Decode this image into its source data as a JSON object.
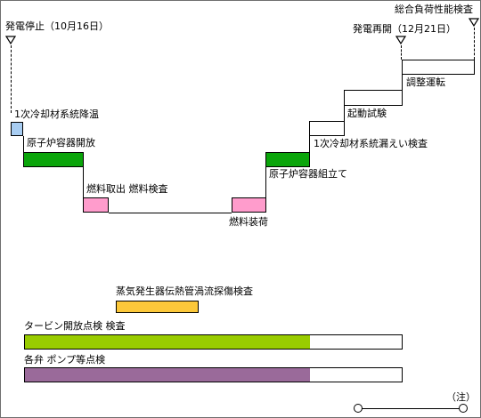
{
  "milestones": {
    "stop": "発電停止（10月16日）",
    "restart": "発電再開（12月21日）",
    "final_inspection": "総合負荷性能検査"
  },
  "steps": {
    "cooldown": "1次冷却材系統降温",
    "vessel_open": "原子炉容器開放",
    "fuel_removal": "燃料取出 燃料検査",
    "fuel_loading": "燃料装荷",
    "vessel_assembly": "原子炉容器組立て",
    "leak_test": "1次冷却材系統漏えい検査",
    "startup_test": "起動試験",
    "adjustment": "調整運転"
  },
  "tracks": {
    "steam_generator": "蒸気発生器伝熱管渦流探傷検査",
    "turbine": "タービン開放点検 検査",
    "valves_pumps": "各弁 ポンプ等点検"
  },
  "note": "（注）",
  "colors": {
    "cooldown": "#a8cdf2",
    "vessel": "#0aa50a",
    "fuel": "#ff9ccc",
    "steam_generator": "#fcc83a",
    "turbine": "#99cc00",
    "valves_pumps": "#9a6a9a"
  }
}
